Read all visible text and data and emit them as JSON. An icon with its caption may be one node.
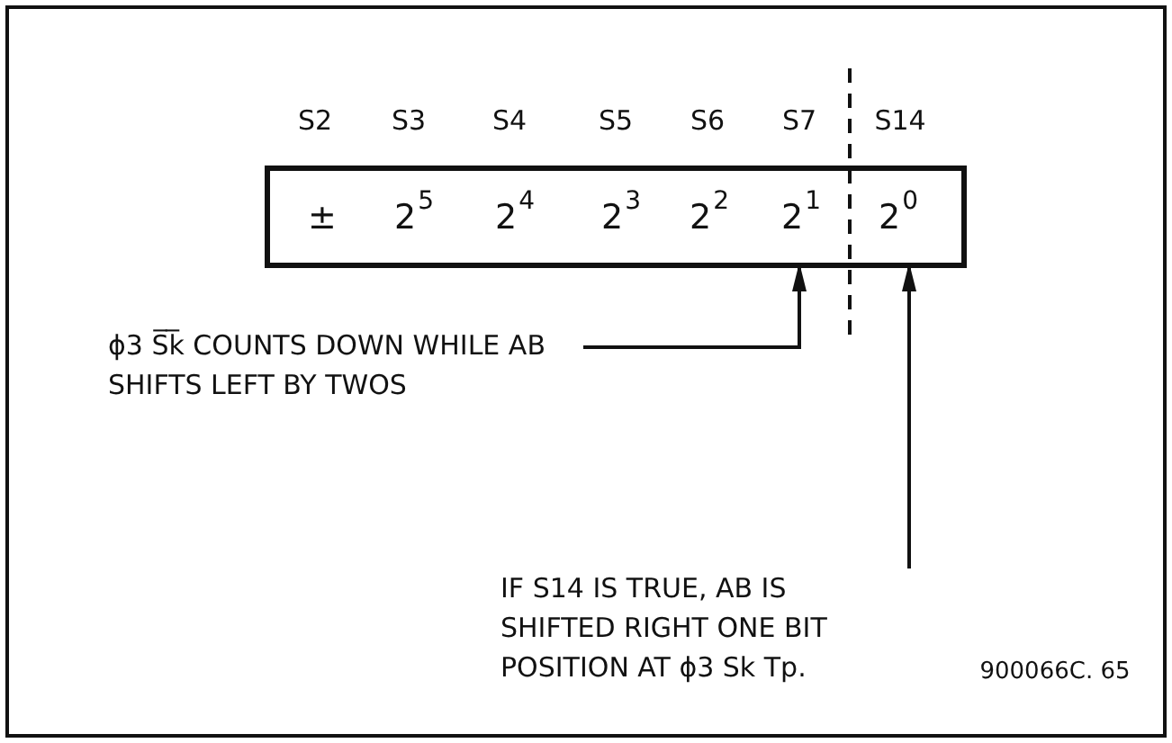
{
  "diagram": {
    "nodes": [
      {
        "text": [],
        "shape": "box"
      },
      {
        "text": [
          "±"
        ],
        "in": 0
      },
      {
        "text": [
          "2$^{5}$"
        ],
        "in": 0
      },
      {
        "text": [
          "2$^{4}$"
        ],
        "in": 0
      },
      {
        "text": [
          "2$^{3}$"
        ],
        "in": 0
      },
      {
        "text": [
          "2$^{2}$"
        ],
        "in": 0
      },
      {
        "text": [
          "2$^{1}$"
        ],
        "in": 0
      },
      {
        "text": [
          "2$^{0}$"
        ],
        "in": 0
      },
      {
        "text": [
          "ϕ3 S̅k̅ COUNTS DOWN WHILE AB SHIFTS LEFT BY TWOS"
        ]
      },
      {
        "text": [
          "IF S14 IS TRUE, AB IS SHIFTED RIGHT ONE BIT POSITION AT ϕ3 Sk Tp."
        ]
      }
    ],
    "edges": [
      {
        "from": 8,
        "to": 6,
        "arrow": "to"
      },
      {
        "from": 9,
        "to": 7,
        "arrow": "to"
      }
    ],
    "labels": [
      "S2",
      "S3",
      "S4",
      "S5",
      "S6",
      "S7",
      "S14",
      "900066C. 65"
    ]
  }
}
